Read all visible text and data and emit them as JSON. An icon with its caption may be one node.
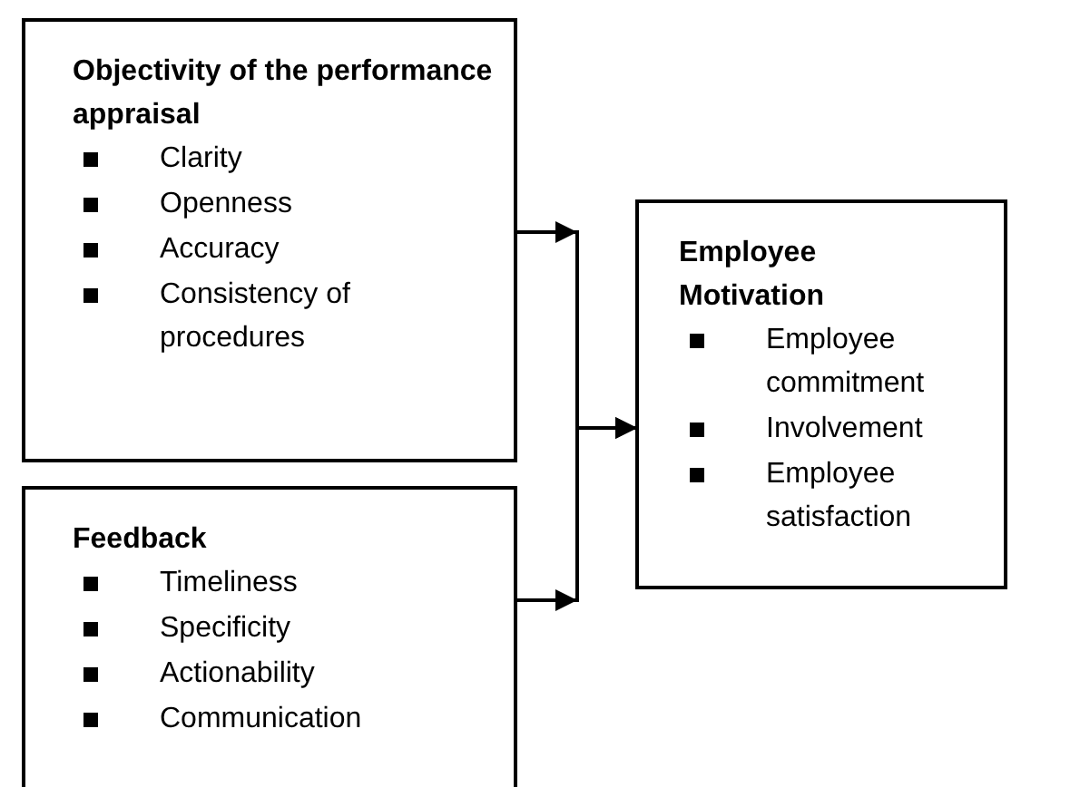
{
  "diagram": {
    "nodes": [
      {
        "text": [
          "Objectivity of the performance appraisal",
          "Clarity",
          "Openness",
          "Accuracy",
          "Consistency of procedures"
        ]
      },
      {
        "text": [
          "Feedback",
          "Timeliness",
          "Specificity",
          "Actionability",
          "Communication"
        ]
      },
      {
        "text": [
          "Employee Motivation",
          "Employee commitment",
          "Involvement",
          "Employee satisfaction"
        ]
      }
    ],
    "edges": [
      {
        "from": 0,
        "to": 2,
        "arrow": "to"
      },
      {
        "from": 1,
        "to": 2,
        "arrow": "to"
      }
    ]
  }
}
